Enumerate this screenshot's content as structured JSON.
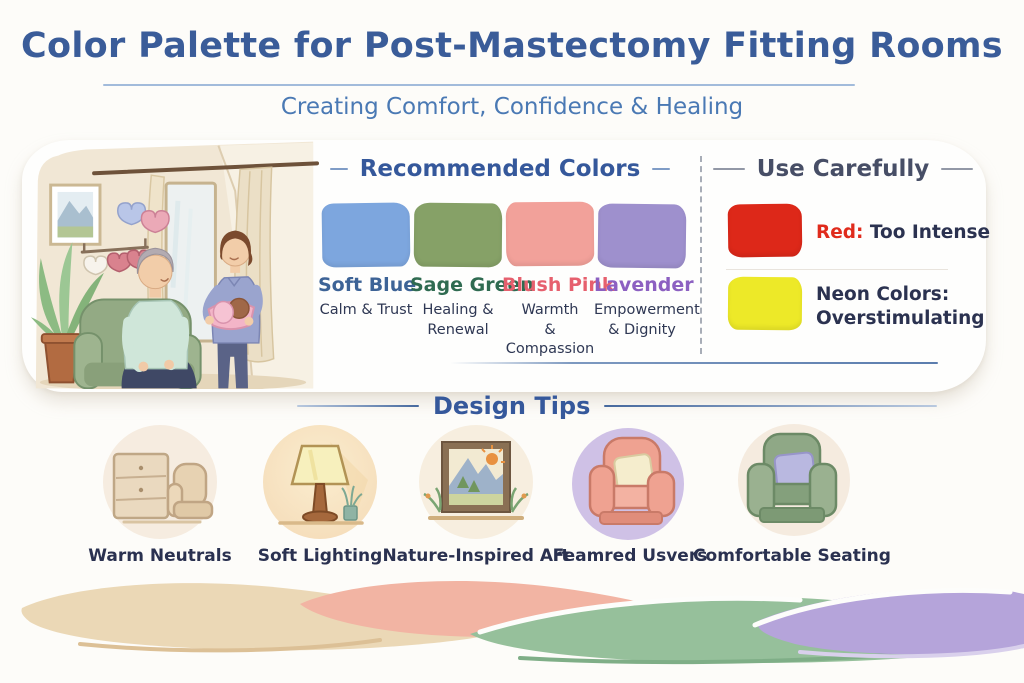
{
  "page": {
    "title": "Color Palette for Post-Mastectomy Fitting Rooms",
    "subtitle": "Creating Comfort, Confidence & Healing"
  },
  "palette": {
    "heading": "Recommended Colors",
    "swatches": [
      {
        "name": "Soft Blue",
        "meaning": "Calm & Trust",
        "swatch_color": "#7DA6DE",
        "name_color": "#3D6396"
      },
      {
        "name": "Sage Green",
        "meaning": "Healing &\nRenewal",
        "swatch_color": "#86A167",
        "name_color": "#2F6B51"
      },
      {
        "name": "Blush Pink",
        "meaning": "Warmth\n& Compassion",
        "swatch_color": "#F2A19A",
        "name_color": "#E6606E"
      },
      {
        "name": "Lavender",
        "meaning": "Empowerment\n& Dignity",
        "swatch_color": "#9E90CD",
        "name_color": "#8C60C1"
      }
    ]
  },
  "caution": {
    "heading": "Use Carefully",
    "items": [
      {
        "highlight": "Red:",
        "text": " Too Intense",
        "swatch_color": "#DD2819",
        "highlight_color": "#E02B1C"
      },
      {
        "highlight": "",
        "text": "Neon Colors:\nOverstimulating",
        "swatch_color": "#EDE928",
        "highlight_color": ""
      }
    ]
  },
  "design_tips": {
    "heading": "Design Tips",
    "items": [
      {
        "label": "Warm Neutrals",
        "illustration": "dresser-and-armchair"
      },
      {
        "label": "Soft Lighting",
        "illustration": "table-lamp"
      },
      {
        "label": "Nature-Inspired Art",
        "illustration": "framed-landscape"
      },
      {
        "label": "Feamred Usvers",
        "illustration": "pink-armchair"
      },
      {
        "label": "Comfortable Seating",
        "illustration": "green-armchair"
      }
    ]
  },
  "scene": {
    "illustration": "fitting-room-consultation"
  },
  "theme": {
    "title_color": "#3A5C99",
    "subtitle_color": "#4A79B4",
    "heading_color": "#35589B",
    "caution_heading_color": "#474E66",
    "body_text_color": "#2B3250",
    "wave_colors": [
      "#EBD8B6",
      "#F2B4A3",
      "#96C09B",
      "#B5A4DA"
    ]
  }
}
